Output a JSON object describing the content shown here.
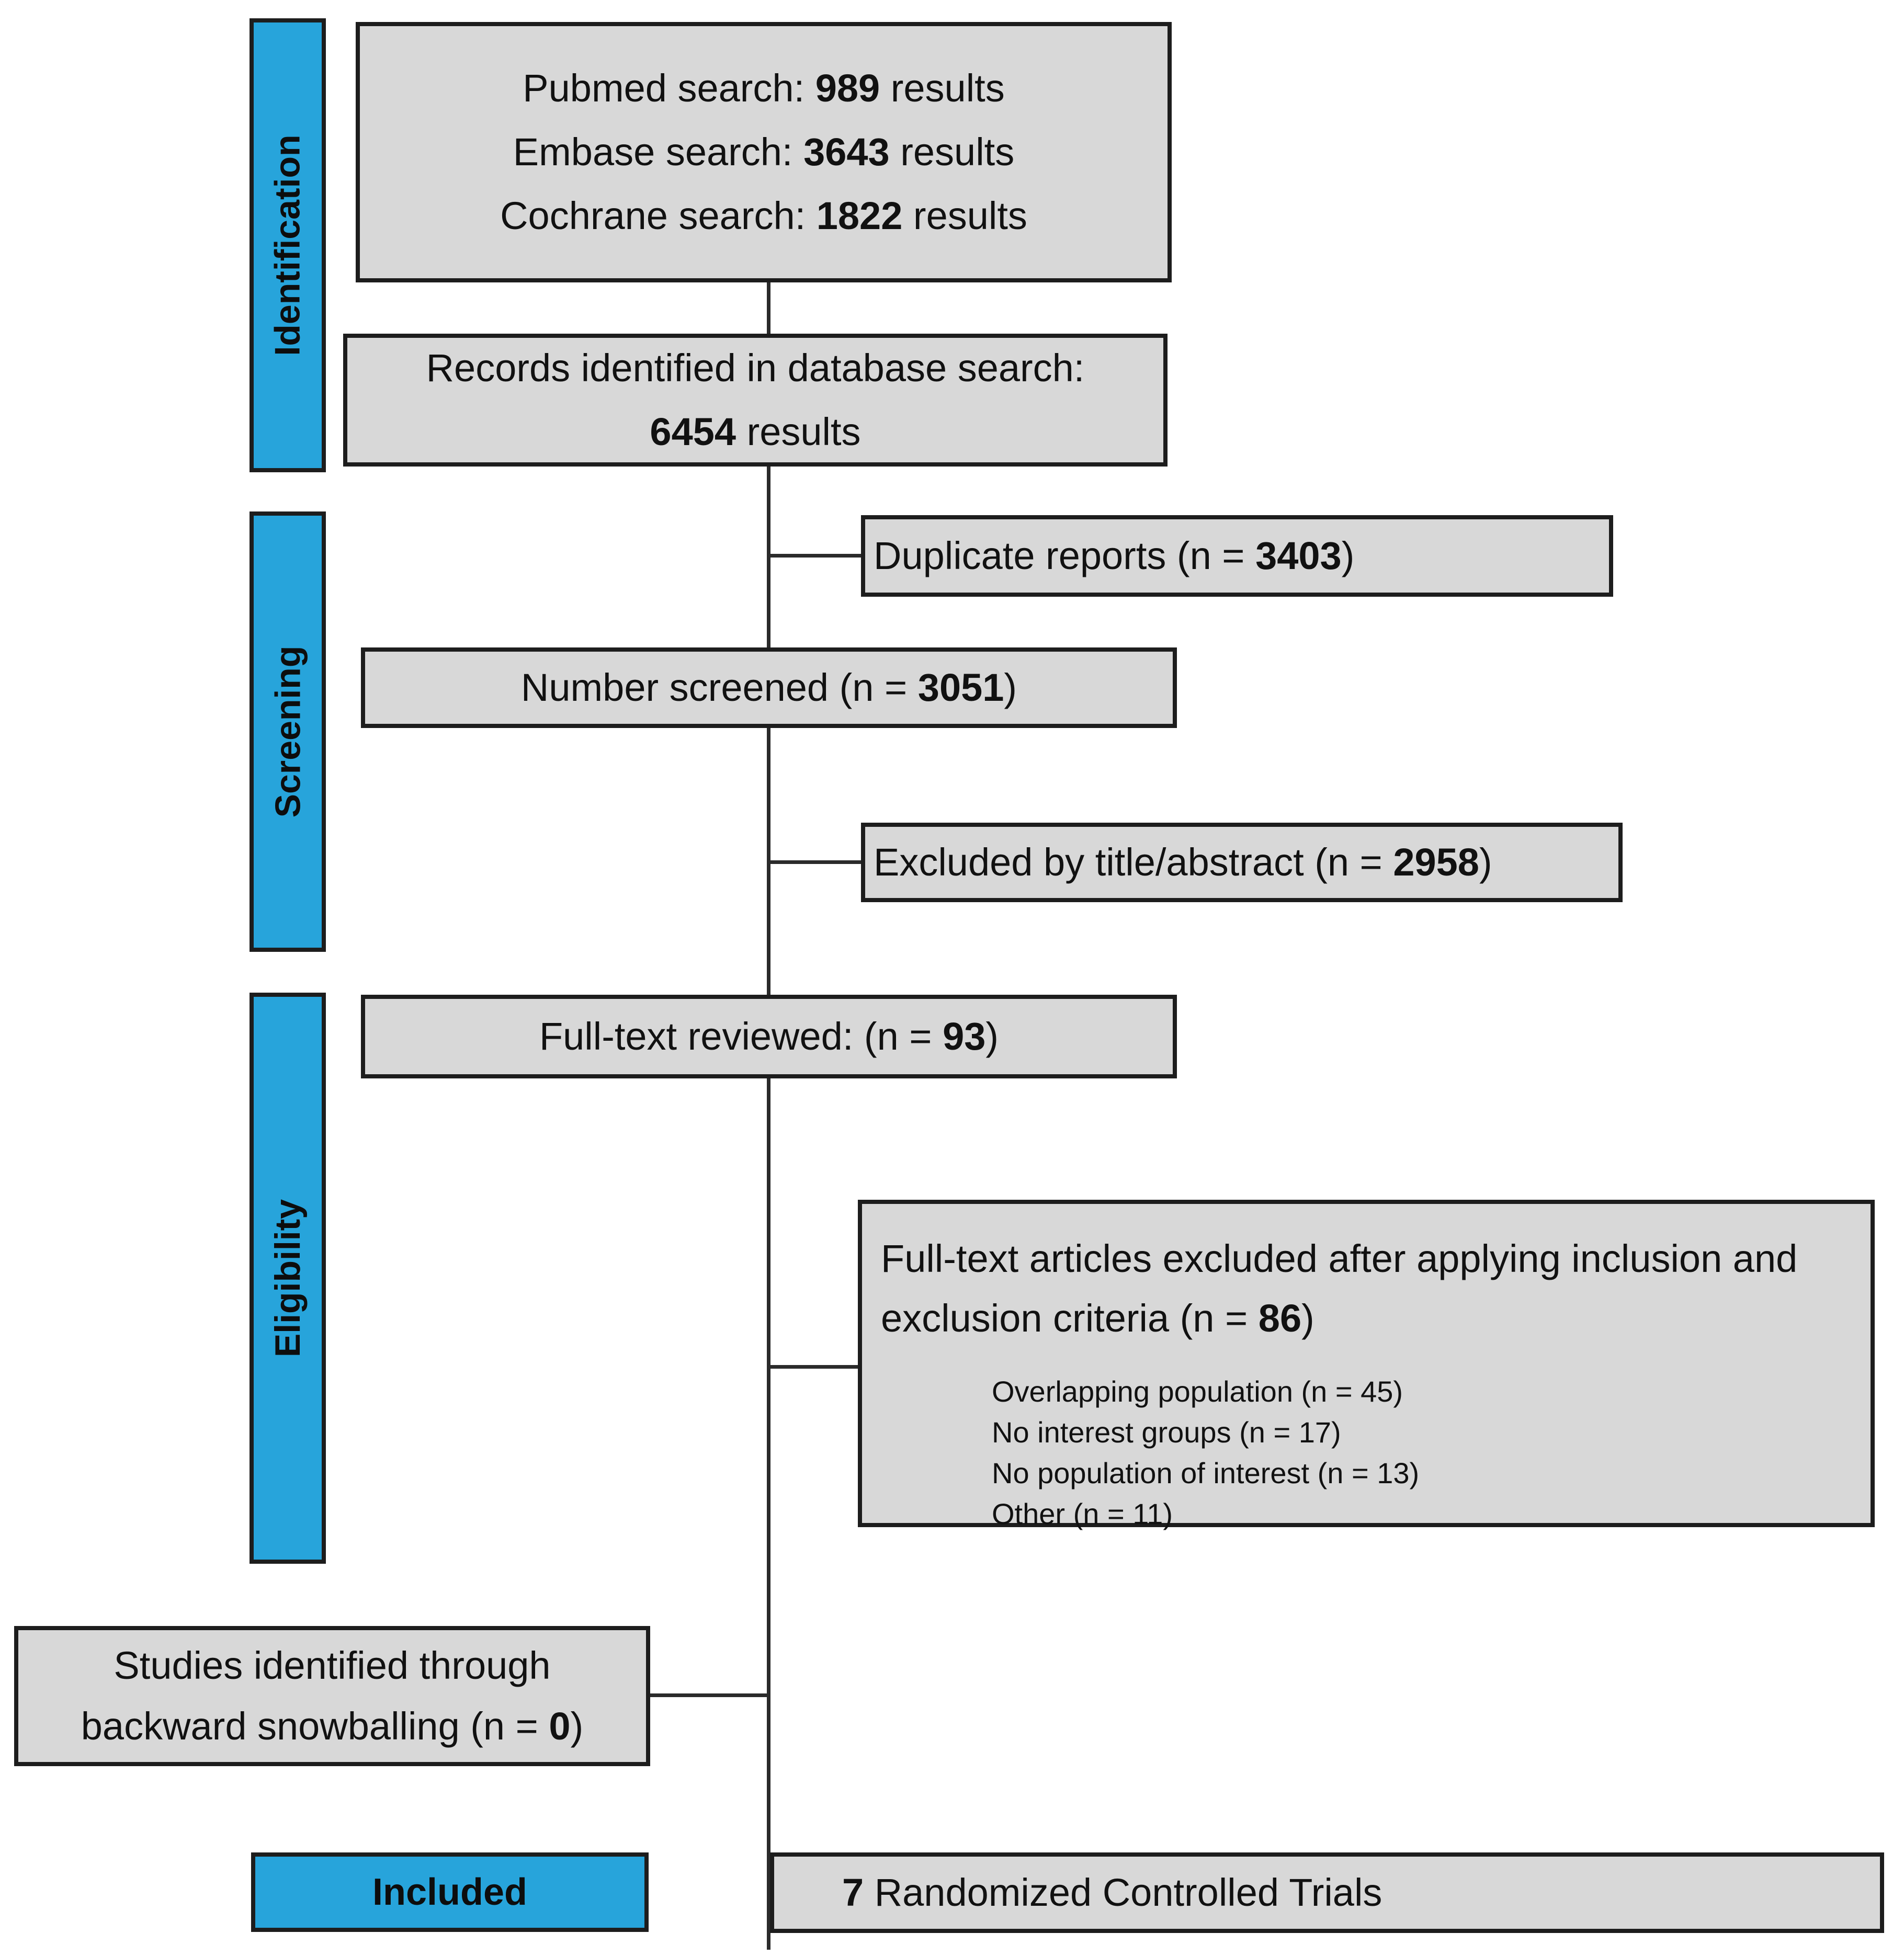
{
  "diagram": {
    "stages": [
      {
        "label": "Identification"
      },
      {
        "label": "Screening"
      },
      {
        "label": "Eligibility"
      },
      {
        "label": "Included"
      }
    ],
    "searches": {
      "lines": [
        {
          "prefix": "Pubmed search: ",
          "value": "989",
          "suffix": " results"
        },
        {
          "prefix": "Embase search: ",
          "value": "3643",
          "suffix": " results"
        },
        {
          "prefix": "Cochrane search: ",
          "value": "1822",
          "suffix": " results"
        }
      ]
    },
    "records_identified": {
      "line1": "Records identified in database search:",
      "value": "6454",
      "suffix": " results"
    },
    "duplicates": {
      "prefix": "Duplicate reports (n = ",
      "value": "3403",
      "suffix": ")"
    },
    "screened": {
      "prefix": "Number screened (n = ",
      "value": "3051",
      "suffix": ")"
    },
    "excluded_title_abstract": {
      "prefix": "Excluded by title/abstract (n = ",
      "value": "2958",
      "suffix": ")"
    },
    "full_text_reviewed": {
      "prefix": "Full-text reviewed: (n = ",
      "value": "93",
      "suffix": ")"
    },
    "full_text_excluded": {
      "header_prefix": "Full-text articles excluded after applying inclusion and exclusion criteria (n = ",
      "header_value": "86",
      "header_suffix": ")",
      "reasons": [
        "Overlapping population (n = 45)",
        "No interest groups (n = 17)",
        "No population of interest (n = 13)",
        "Other (n = 11)"
      ]
    },
    "snowballing": {
      "line1": "Studies identified through",
      "line2_prefix": "backward snowballing (n = ",
      "value": "0",
      "suffix": ")"
    },
    "included_result": {
      "value": "7",
      "suffix": " Randomized Controlled Trials"
    }
  },
  "colors": {
    "stage_blue": "#27a4db",
    "box_gray": "#d8d8d8",
    "border_dark": "#1d1d1d",
    "connector": "#2b2b2b",
    "text": "#111111"
  }
}
